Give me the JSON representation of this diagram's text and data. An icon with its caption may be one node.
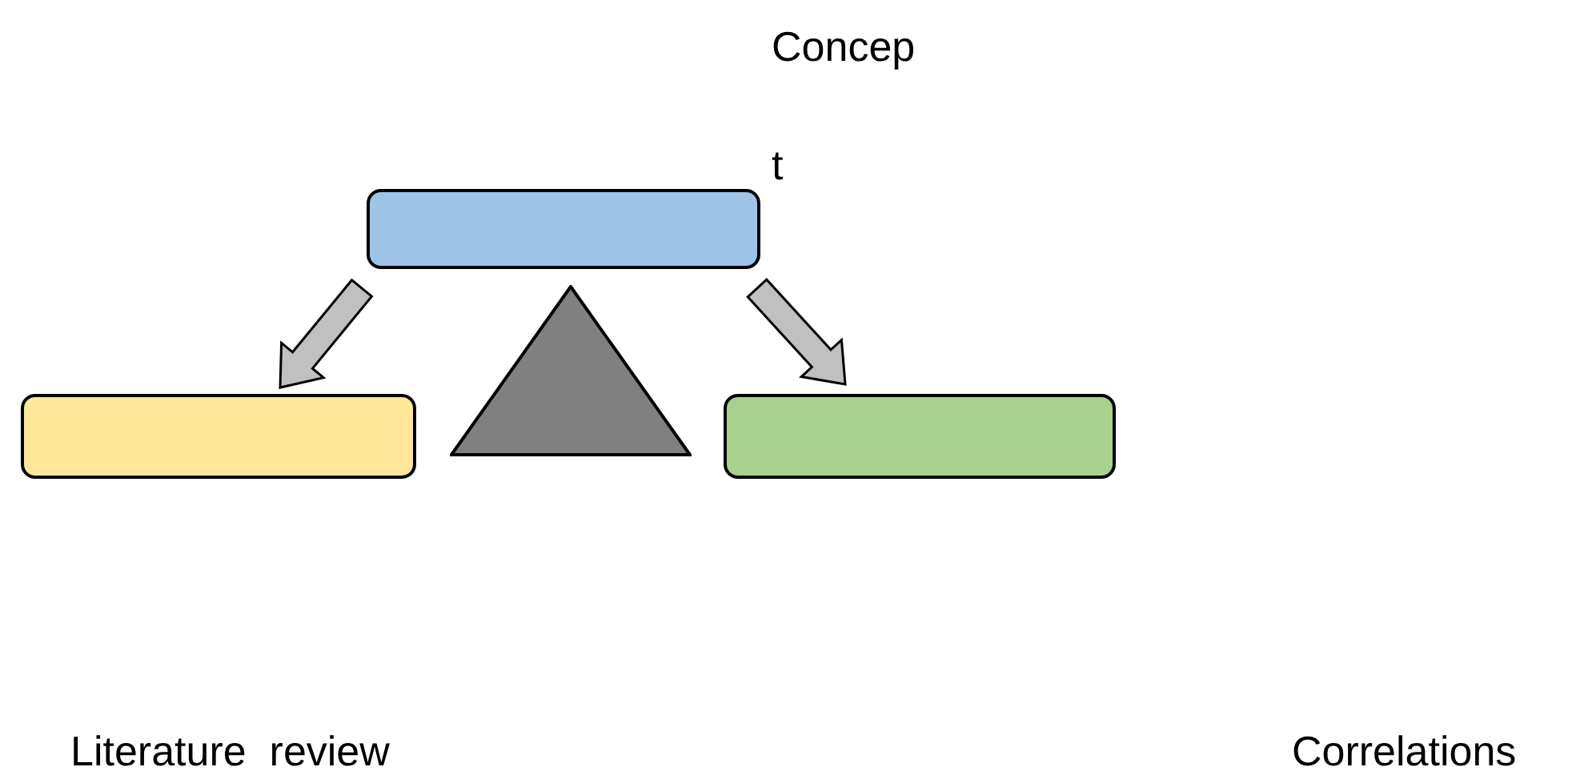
{
  "diagram": {
    "nodes": [
      {
        "text": [],
        "shape": "box"
      },
      {
        "text": [],
        "shape": "box"
      },
      {
        "text": [],
        "shape": "triangle"
      },
      {
        "text": [],
        "shape": "box"
      }
    ],
    "edges": [
      {
        "from": 0,
        "to": 1,
        "arrow": "to",
        "style": "thick"
      },
      {
        "from": 0,
        "to": 3,
        "arrow": "to",
        "style": "thick"
      }
    ],
    "labels": [
      "Concep",
      "t",
      "Literature  review",
      "Correlations"
    ]
  }
}
